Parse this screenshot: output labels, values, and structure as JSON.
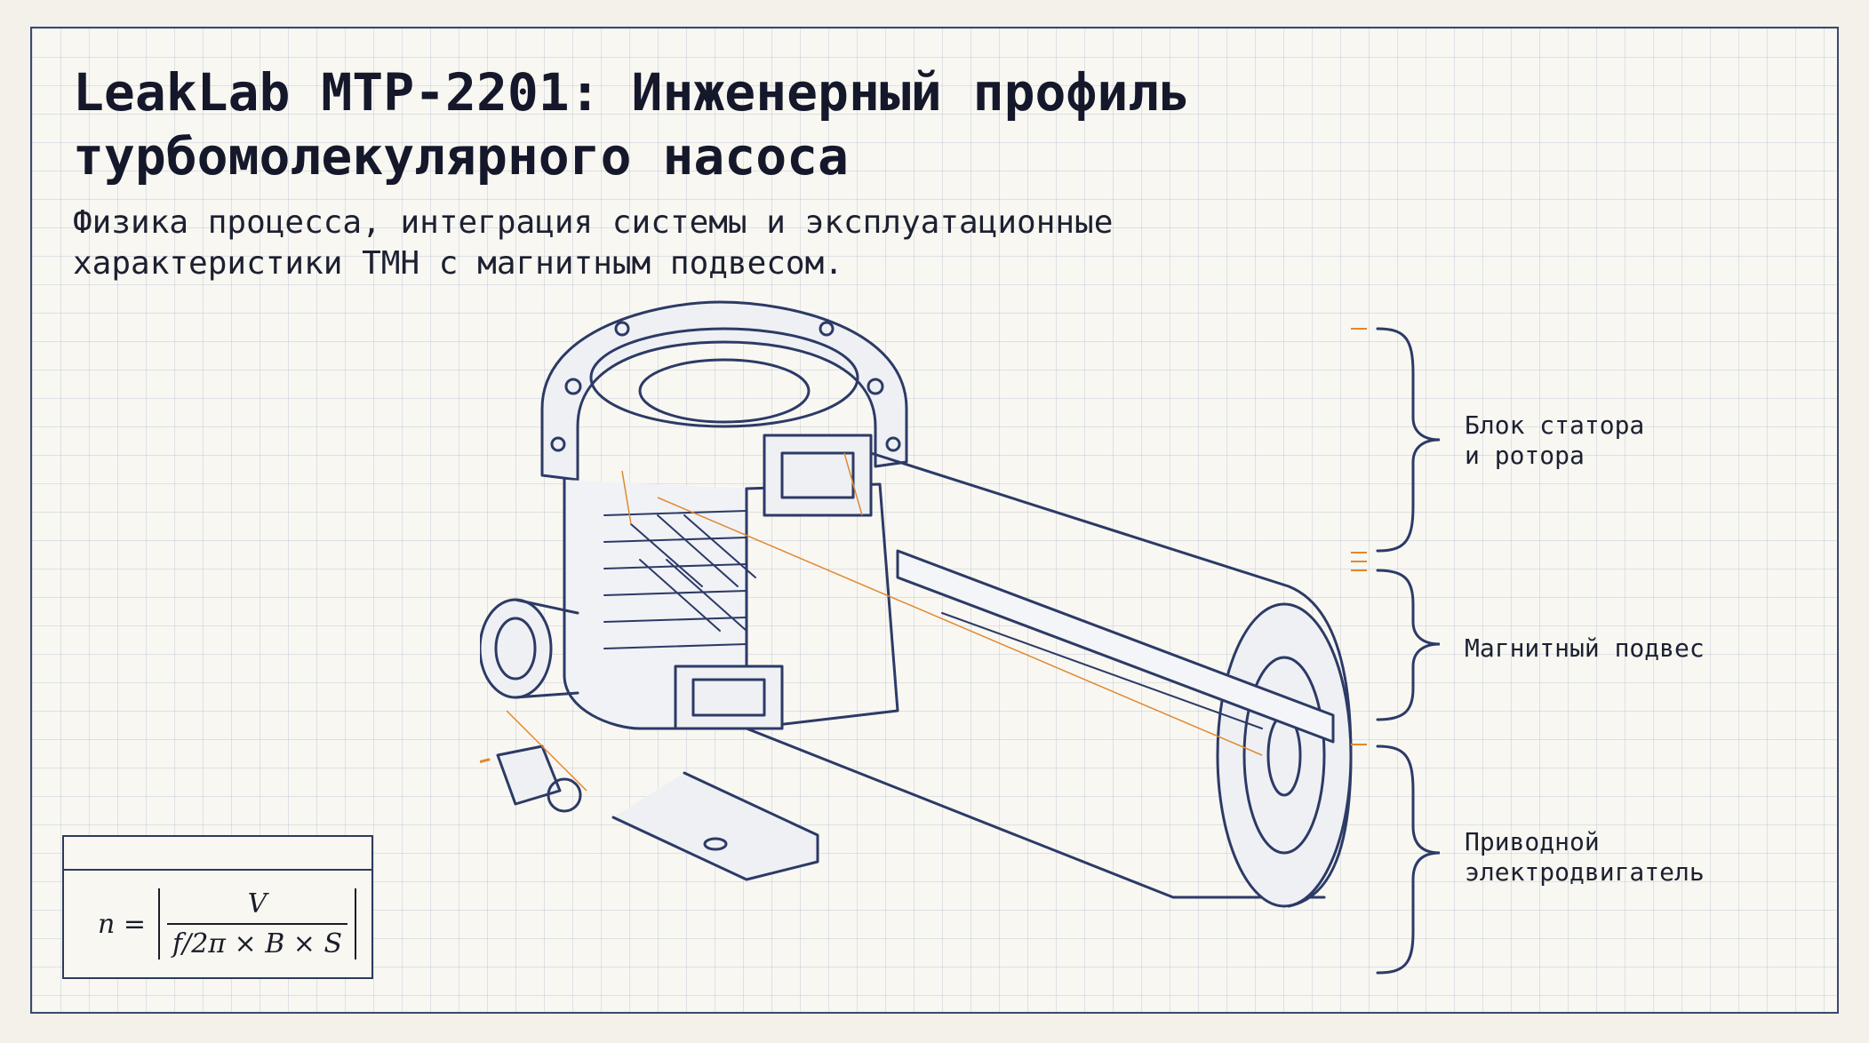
{
  "title": "LeakLab MTP-2201: Инженерный профиль турбомолекулярного насоса",
  "subtitle": "Физика процесса, интеграция системы и эксплуатационные характеристики ТМН с магнитным подвесом.",
  "callouts": [
    {
      "label": "Блок статора\nи ротора"
    },
    {
      "label": "Магнитный подвес"
    },
    {
      "label": "Приводной\nэлектродвигатель"
    }
  ],
  "formula": {
    "lhs": "n =",
    "numerator": "V",
    "denominator": "f/2π × B × S"
  },
  "colors": {
    "ink": "#2c3a66",
    "accent": "#e0892f",
    "paper": "#f8f7f2"
  }
}
